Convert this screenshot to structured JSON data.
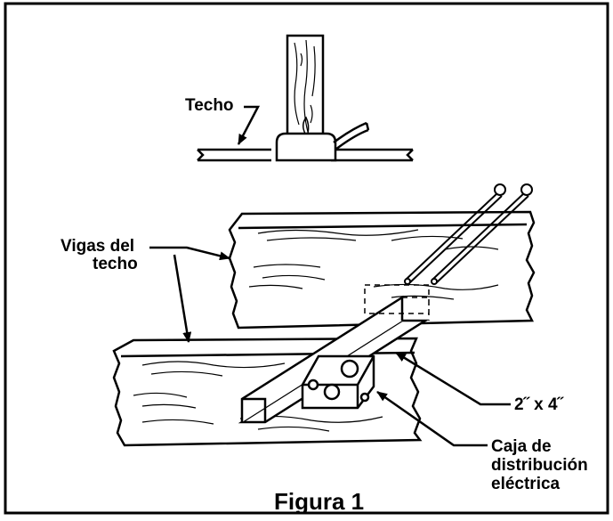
{
  "labels": {
    "ceiling": "Techo",
    "joists_line1": "Vigas del",
    "joists_line2": "techo",
    "lumber": "2˝ x 4˝",
    "box_line1": "Caja de",
    "box_line2": "distribución",
    "box_line3": "eléctrica"
  },
  "caption": "Figura 1"
}
